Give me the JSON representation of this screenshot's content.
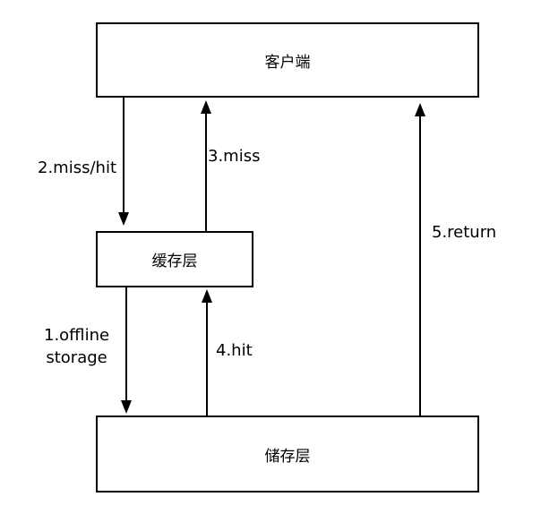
{
  "nodes": {
    "client": "客户端",
    "cache": "缓存层",
    "storage": "储存层"
  },
  "edges": {
    "step1_line1": "1.offline",
    "step1_line2": "storage",
    "step2": "2.miss/hit",
    "step3": "3.miss",
    "step4": "4.hit",
    "step5": "5.return"
  },
  "colors": {
    "line": "#000000",
    "box_border": "#000000",
    "background": "#ffffff"
  }
}
